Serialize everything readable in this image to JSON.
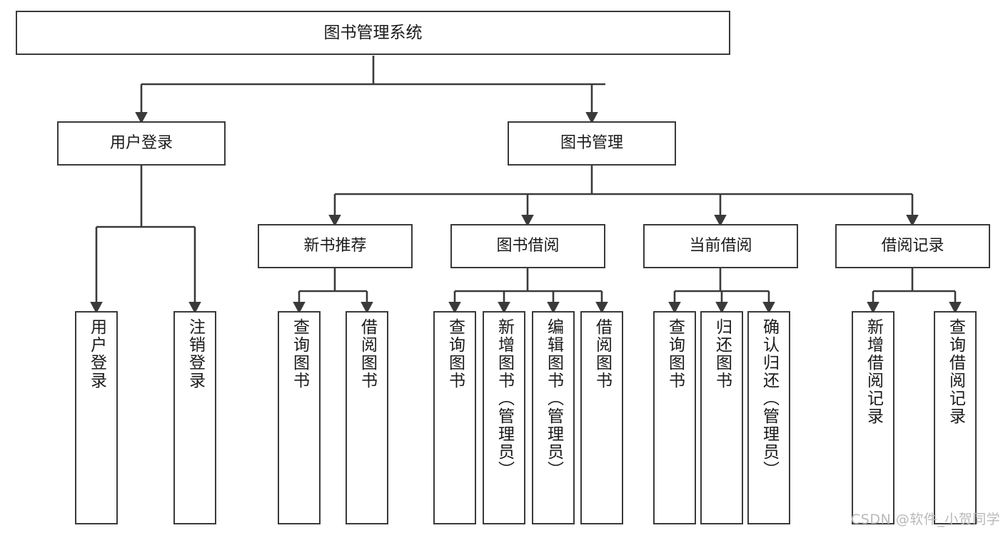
{
  "diagram": {
    "title": "图书管理系统",
    "type": "tree-hierarchy",
    "stroke_color": "#3a3a3a",
    "background_color": "#ffffff",
    "text_color": "#1a1a1a",
    "watermark": "CSDN @软件_小贺同学",
    "watermark_color": "#b9b9b9"
  },
  "nodes": {
    "root": {
      "label": "图书管理系统"
    },
    "level1": [
      {
        "label": "用户登录"
      },
      {
        "label": "图书管理"
      }
    ],
    "level2": [
      {
        "label": "新书推荐"
      },
      {
        "label": "图书借阅"
      },
      {
        "label": "当前借阅"
      },
      {
        "label": "借阅记录"
      }
    ],
    "leaves": {
      "user_login": [
        {
          "label": "用户登录"
        },
        {
          "label": "注销登录"
        }
      ],
      "new_book_recommend": [
        {
          "label": "查询图书"
        },
        {
          "label": "借阅图书"
        }
      ],
      "book_borrow": [
        {
          "label": "查询图书"
        },
        {
          "label": "新增图书（管理员）"
        },
        {
          "label": "编辑图书（管理员）"
        },
        {
          "label": "借阅图书"
        }
      ],
      "current_borrow": [
        {
          "label": "查询图书"
        },
        {
          "label": "归还图书"
        },
        {
          "label": "确认归还（管理员）"
        }
      ],
      "borrow_record": [
        {
          "label": "新增借阅记录"
        },
        {
          "label": "查询借阅记录"
        }
      ]
    }
  }
}
